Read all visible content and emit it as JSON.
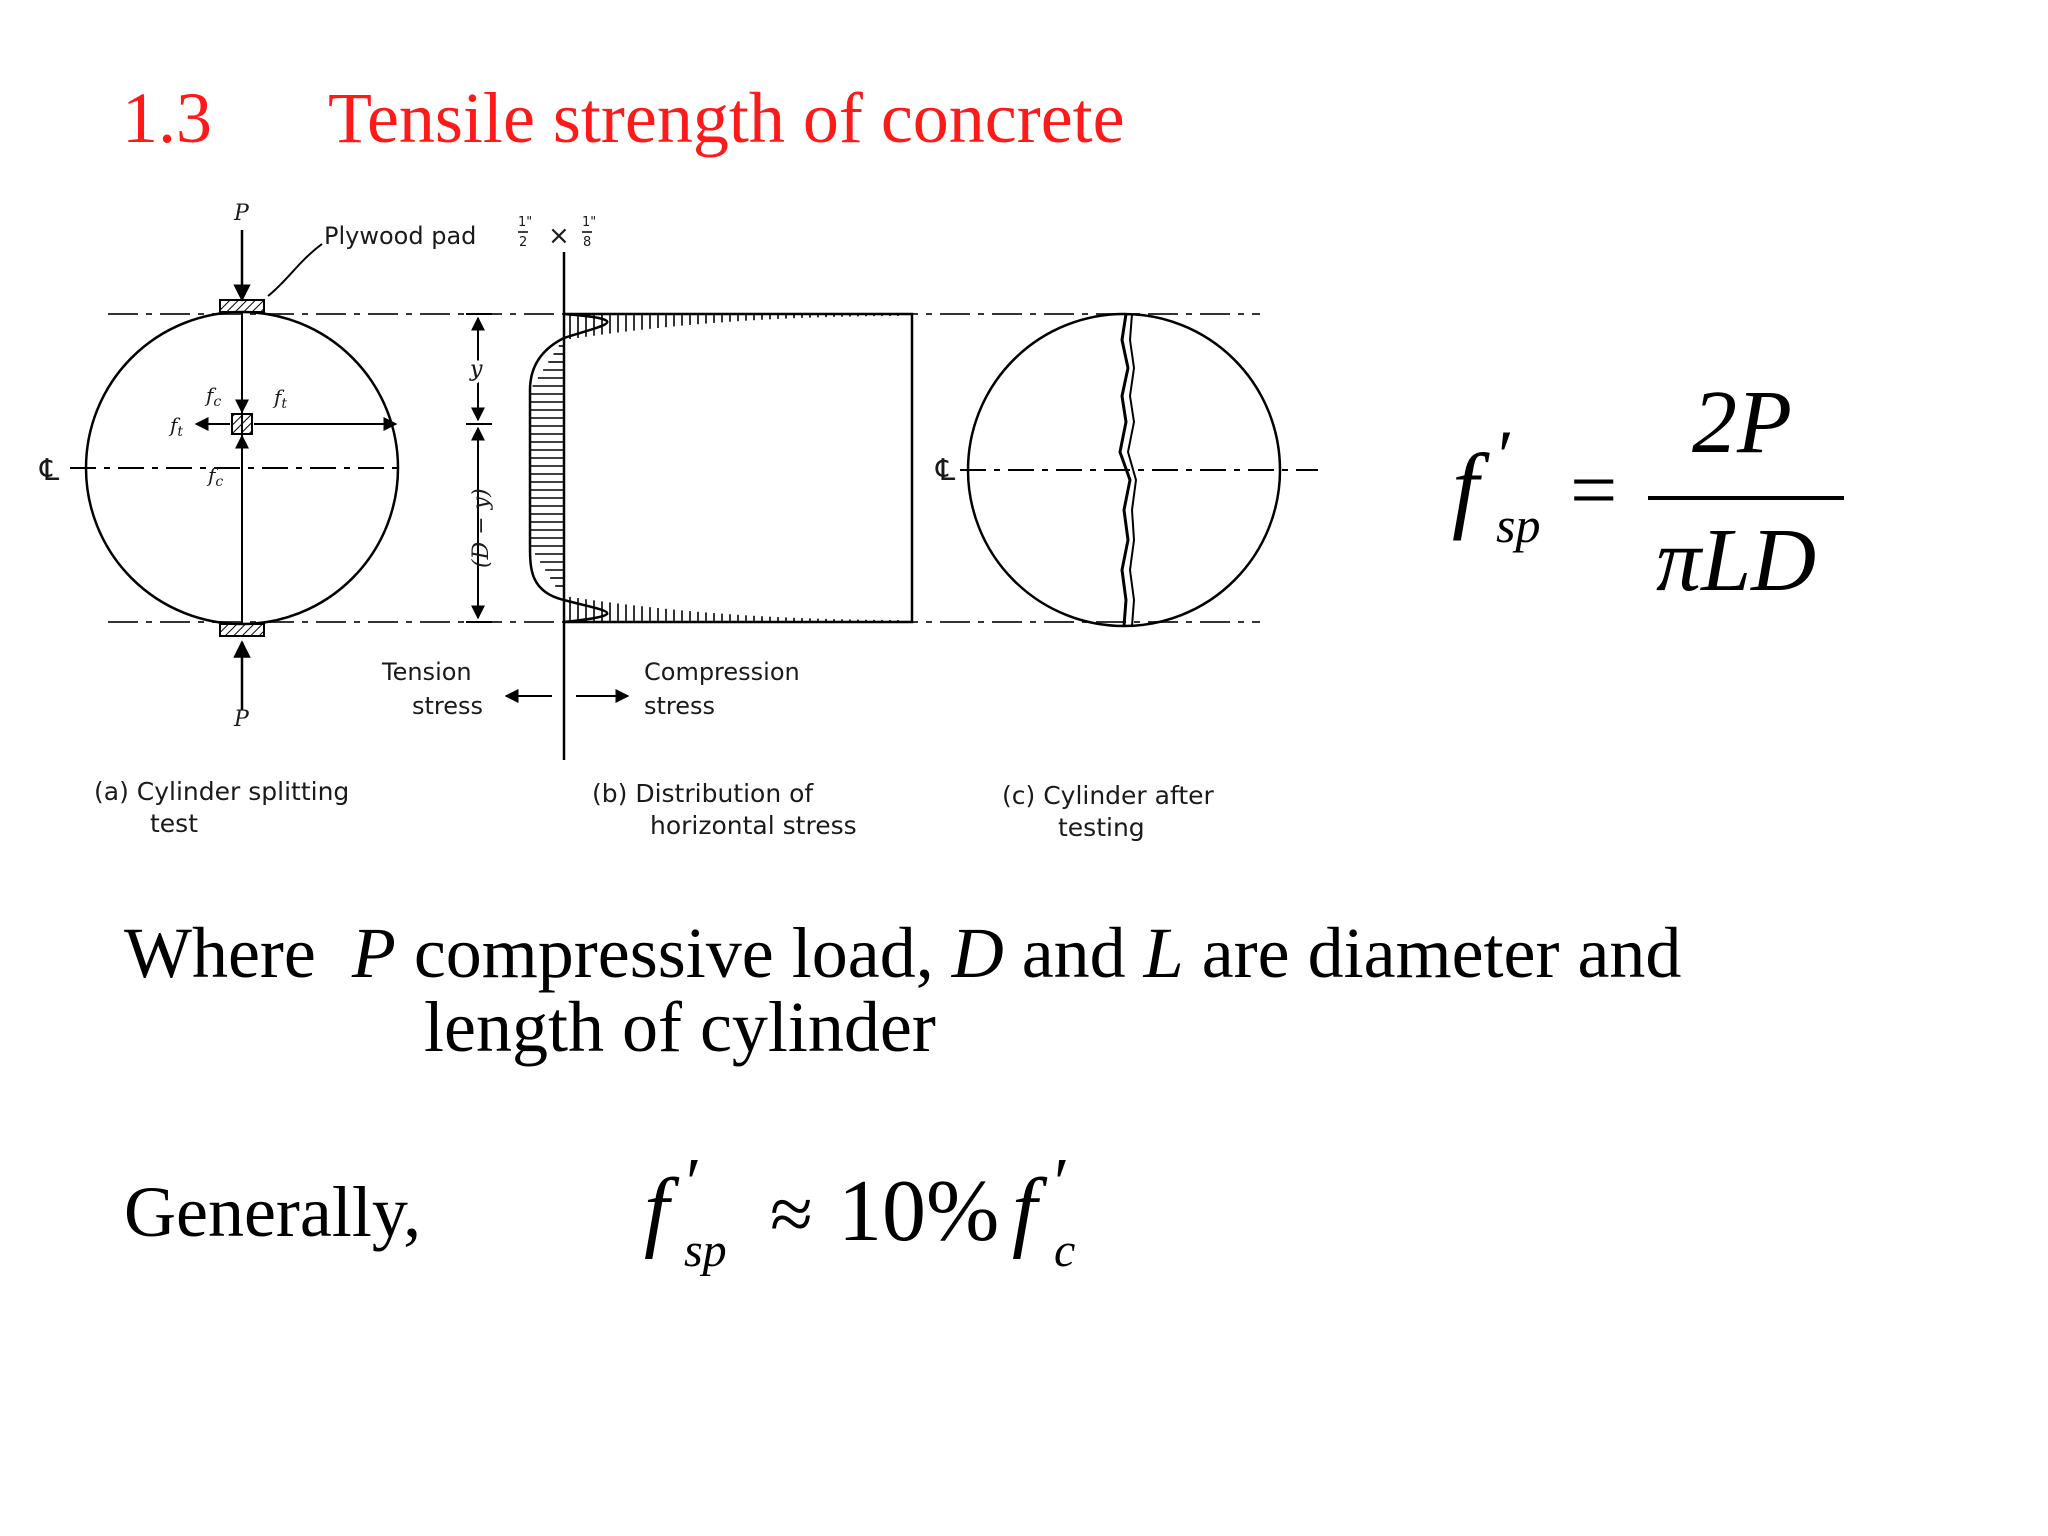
{
  "slide": {
    "title_number": "1.3",
    "title_text": "Tensile strength of concrete",
    "title_color": "#ff1a1a"
  },
  "figure": {
    "load_label_top": "P",
    "load_label_bottom": "P",
    "plywood_label": "Plywood pad",
    "plywood_dim_1_num": "1\"",
    "plywood_dim_1_den": "2",
    "plywood_dim_times": "×",
    "plywood_dim_2_num": "1\"",
    "plywood_dim_2_den": "8",
    "centerline_symbol": "℄",
    "fc_label": "f",
    "fc_sub": "c",
    "ft_label": "f",
    "ft_sub": "t",
    "y_label": "y",
    "d_minus_y_label": "(D − y)",
    "tension_label_1": "Tension",
    "tension_label_2": "stress",
    "compression_label_1": "Compression",
    "compression_label_2": "stress",
    "caption_a_1": "(a) Cylinder splitting",
    "caption_a_2": "test",
    "caption_b_1": "(b) Distribution of",
    "caption_b_2": "horizontal stress",
    "caption_c_1": "(c) Cylinder after",
    "caption_c_2": "testing"
  },
  "formula_main": {
    "lhs_symbol": "f",
    "lhs_prime": "′",
    "lhs_subscript": "sp",
    "equals": "=",
    "numerator": "2P",
    "denominator_pi": "π",
    "denominator_rest": "LD"
  },
  "where_text": {
    "where": "Where",
    "p": "P",
    "compressive_load": " compressive load, ",
    "d": "D",
    "and": " and ",
    "l": "L",
    "are_diameter_and": " are diameter and",
    "line2": "length of cylinder"
  },
  "generally": {
    "label": "Generally,",
    "lhs_symbol": "f",
    "lhs_prime": "′",
    "lhs_subscript": "sp",
    "approx": "≈",
    "percent": "10%",
    "rhs_symbol": "f",
    "rhs_prime": "′",
    "rhs_subscript": "c"
  }
}
